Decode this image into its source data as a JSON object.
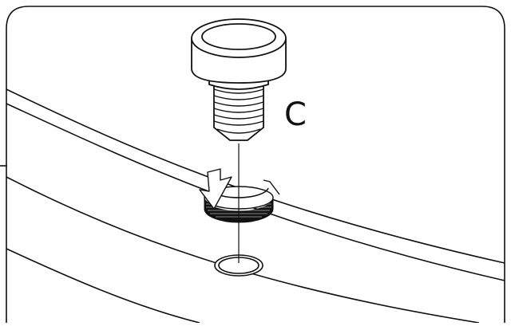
{
  "diagram": {
    "step_label": "C",
    "components": [
      "screw",
      "rotation-arrow",
      "washer",
      "mounting-hole",
      "rim-surface"
    ],
    "colors": {
      "line": "#111111",
      "background": "#ffffff",
      "fill": "#ffffff"
    }
  }
}
